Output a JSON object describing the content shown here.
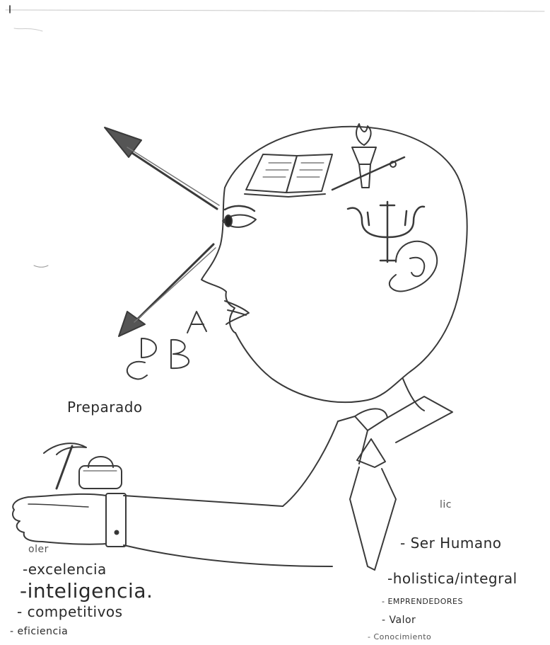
{
  "drawing": {
    "caption_preparado": "Preparado",
    "letters": [
      "A",
      "B",
      "C",
      "D"
    ],
    "symbols": {
      "book": "book-icon",
      "torch": "torch-icon",
      "psi": "psi-symbol",
      "ear": "ear-icon",
      "eye": "eye-icon",
      "lock": "padlock-icon",
      "pickaxe": "pickaxe-icon"
    }
  },
  "left_list": {
    "items": [
      "oler",
      "-excelencia",
      "-inteligencia.",
      "- competitivos",
      "- eficiencia"
    ]
  },
  "right_list": {
    "header": "lic",
    "items": [
      "- Ser Humano",
      "-holistica/integral",
      "- EMPRENDEDORES",
      "- Valor",
      "- Conocimiento"
    ]
  }
}
